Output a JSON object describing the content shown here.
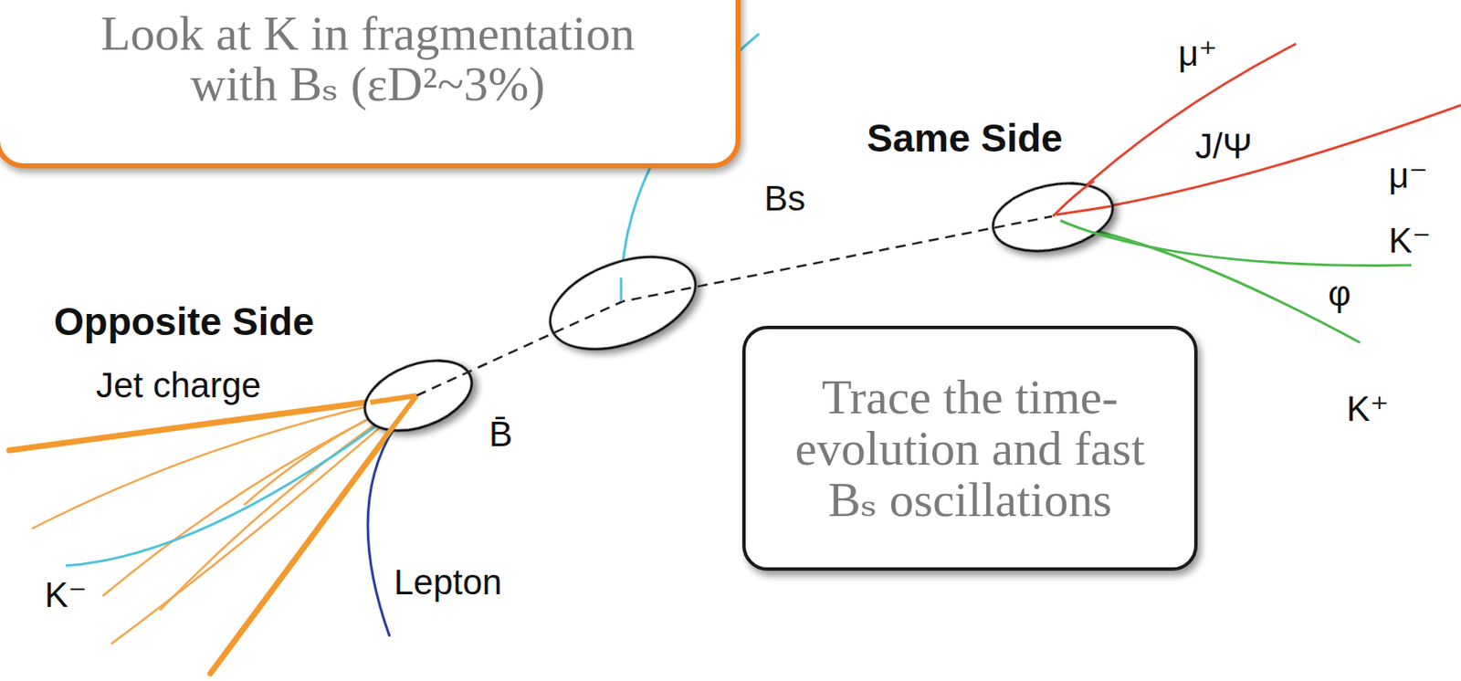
{
  "diagram": {
    "nodes": [
      {
        "text": [
          "Look at K in fragmentation with Bₛ (εD²~3%)"
        ]
      },
      {
        "text": [
          "Trace the time-evolution and fast Bₛ oscillations"
        ]
      }
    ],
    "labels": [
      "Same Side",
      "J/Ψ",
      "μ⁺",
      "μ⁻",
      "K⁻",
      "φ",
      "K⁺",
      "Bs",
      "Opposite Side",
      "Jet charge",
      "B̄",
      "K⁻",
      "Lepton"
    ]
  }
}
